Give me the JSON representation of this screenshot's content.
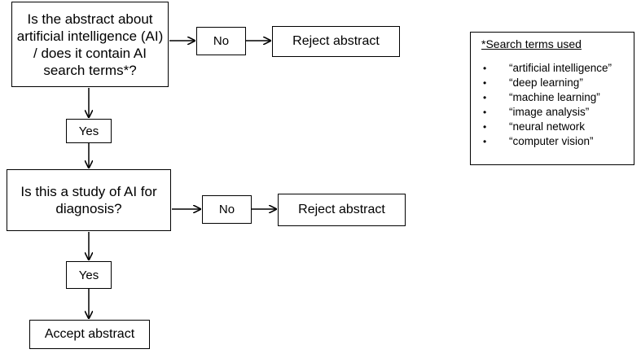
{
  "nodes": {
    "question_1": "Is the abstract about artificial intelligence (AI) / does it contain AI search terms*?",
    "no_1": "No",
    "reject_1": "Reject abstract",
    "yes_1": "Yes",
    "question_2": "Is this a study of AI for diagnosis?",
    "no_2": "No",
    "reject_2": "Reject abstract",
    "yes_2": "Yes",
    "accept": "Accept abstract"
  },
  "search_terms": {
    "title": "*Search terms used",
    "bullet_glyph": "•",
    "items": [
      "“artificial intelligence”",
      "“deep learning”",
      "“machine learning”",
      "“image analysis”",
      "“neural network",
      "“computer vision”"
    ]
  }
}
